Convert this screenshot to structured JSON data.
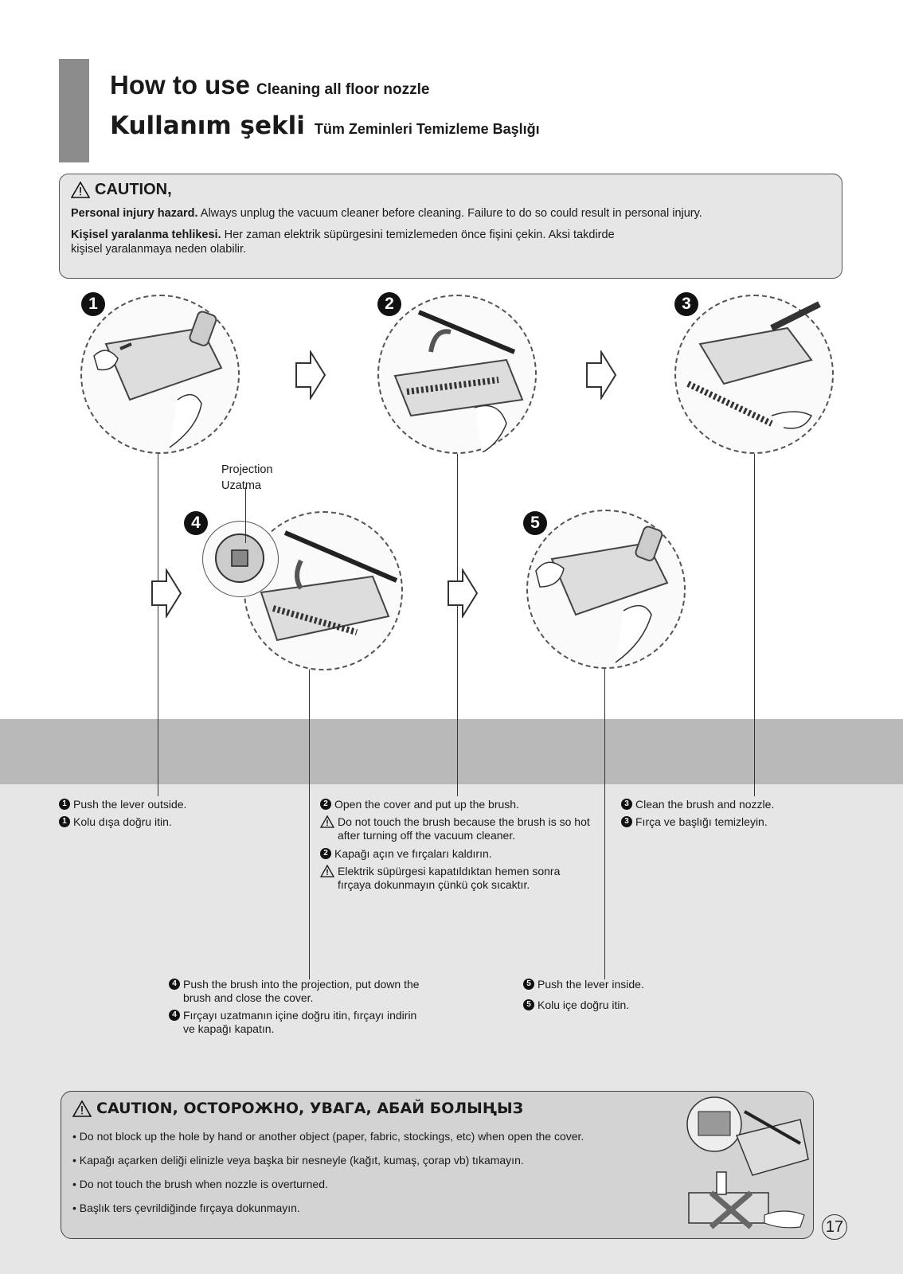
{
  "header": {
    "title_en": "How to use",
    "subtitle_en": "Cleaning all floor nozzle",
    "title_tr": "Kullanım şekli",
    "subtitle_tr": "Tüm Zeminleri Temizleme Başlığı"
  },
  "caution_top": {
    "title": "CAUTION,",
    "en_bold": "Personal injury hazard.",
    "en_text": " Always unplug the vacuum cleaner before cleaning. Failure to do so could result in personal injury.",
    "tr_bold": "Kişisel yaralanma tehlikesi.",
    "tr_text": " Her zaman elektrik süpürgesini temizlemeden önce fişini çekin. Aksi takdirde",
    "tr_text2": "kişisel yaralanmaya neden olabilir."
  },
  "steps": {
    "s1": {
      "num": "1",
      "en": "Push the lever outside.",
      "tr": "Kolu dışa doğru itin."
    },
    "s2": {
      "num": "2",
      "en": "Open the cover and put up the brush.",
      "warn_en_1": "Do not touch the brush because the brush is so hot",
      "warn_en_2": "after turning off the vacuum cleaner.",
      "tr": "Kapağı açın ve fırçaları kaldırın.",
      "warn_tr_1": "Elektrik süpürgesi kapatıldıktan hemen sonra",
      "warn_tr_2": "fırçaya dokunmayın çünkü çok sıcaktır."
    },
    "s3": {
      "num": "3",
      "en": "Clean the brush and nozzle.",
      "tr": "Fırça ve başlığı temizleyin."
    },
    "s4": {
      "num": "4",
      "en_1": "Push the brush into the projection, put down the",
      "en_2": "brush and close the cover.",
      "tr_1": "Fırçayı uzatmanın içine doğru itin, fırçayı indirin",
      "tr_2": "ve kapağı kapatın."
    },
    "s5": {
      "num": "5",
      "en": "Push the lever inside.",
      "tr": "Kolu içe doğru itin."
    }
  },
  "callout": {
    "en": "Projection",
    "tr": "Uzatma"
  },
  "caution_bottom": {
    "title": "CAUTION, ОСТОРОЖНО, УВАГА, АБАЙ БОЛЫҢЫЗ",
    "items": [
      "Do not block up the hole by hand or another object (paper, fabric, stockings, etc) when open the cover.",
      "Kapağı açarken deliği elinizle veya başka bir nesneyle (kağıt, kumaş, çorap vb) tıkamayın.",
      "Do not touch the brush when nozzle is overturned.",
      "Başlık ters çevrildiğinde fırçaya dokunmayın."
    ]
  },
  "page_number": "17"
}
